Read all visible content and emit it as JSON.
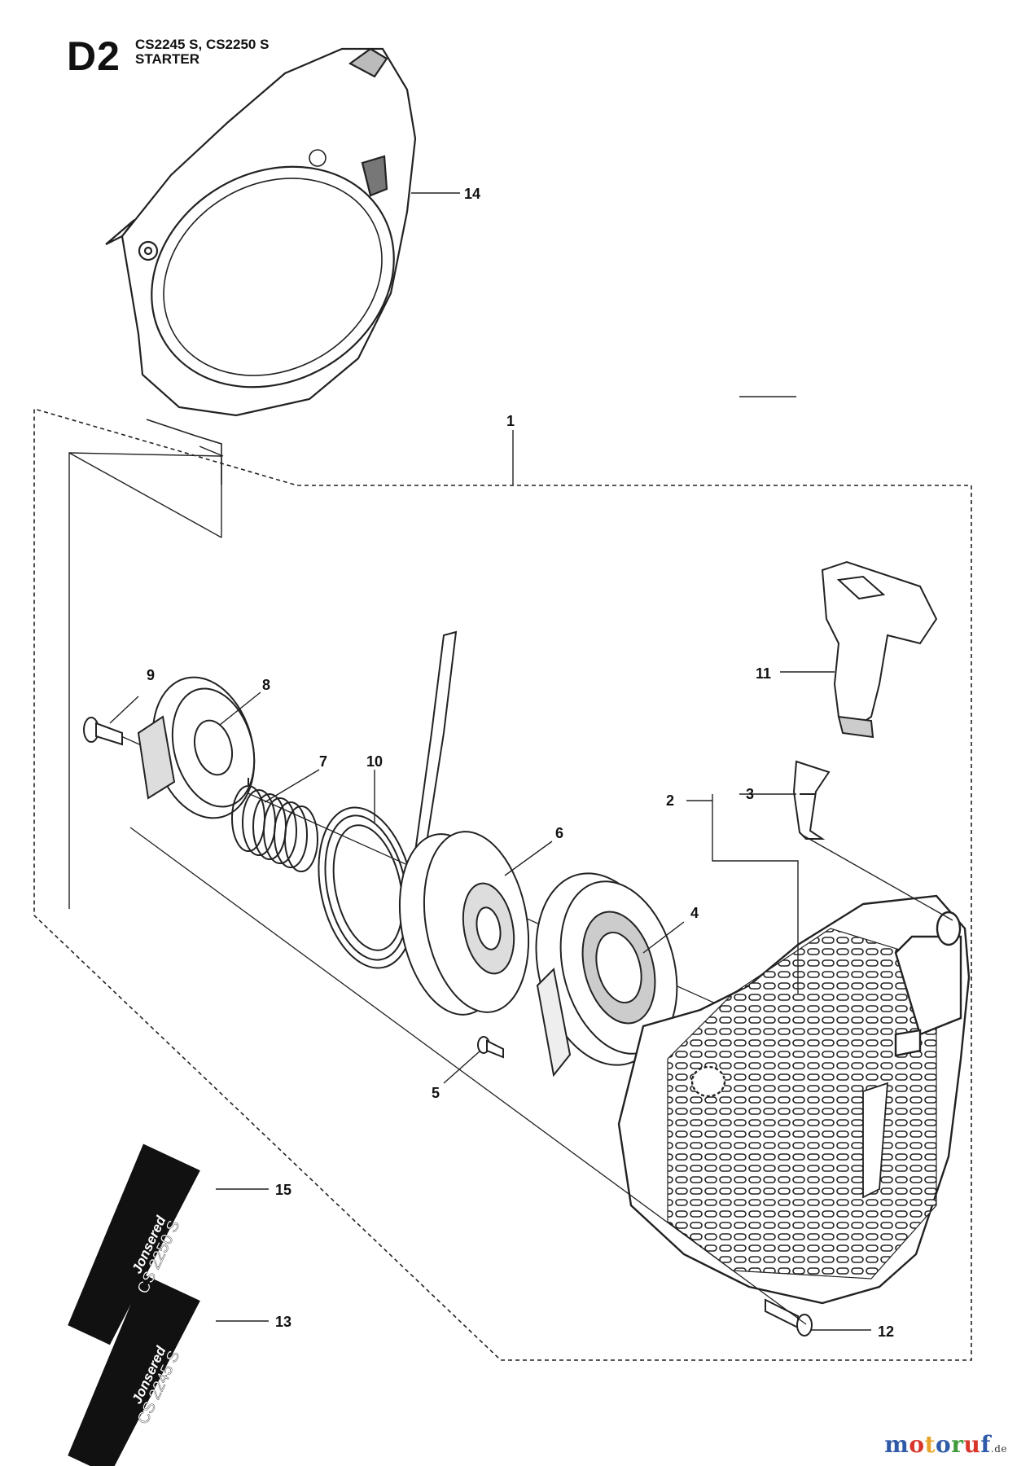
{
  "header": {
    "code": "D2",
    "models": "CS2245 S, CS2250 S",
    "title": "STARTER"
  },
  "callouts": [
    "1",
    "2",
    "3",
    "4",
    "5",
    "6",
    "7",
    "8",
    "9",
    "10",
    "11",
    "12",
    "13",
    "14",
    "15"
  ],
  "decals": {
    "decal_15": {
      "brand": "Jonsered",
      "model": "CS 2250 S"
    },
    "decal_13": {
      "brand": "Jonsered",
      "model": "CS 2245 S"
    }
  },
  "watermark": {
    "letters": [
      "m",
      "o",
      "t",
      "o",
      "r",
      "u",
      "f"
    ],
    "letter_colors": [
      "#2f5aa8",
      "#d9352a",
      "#e8a32a",
      "#2f5aa8",
      "#3f9a3c",
      "#d9352a",
      "#2f5aa8"
    ],
    "suffix": ".de"
  }
}
